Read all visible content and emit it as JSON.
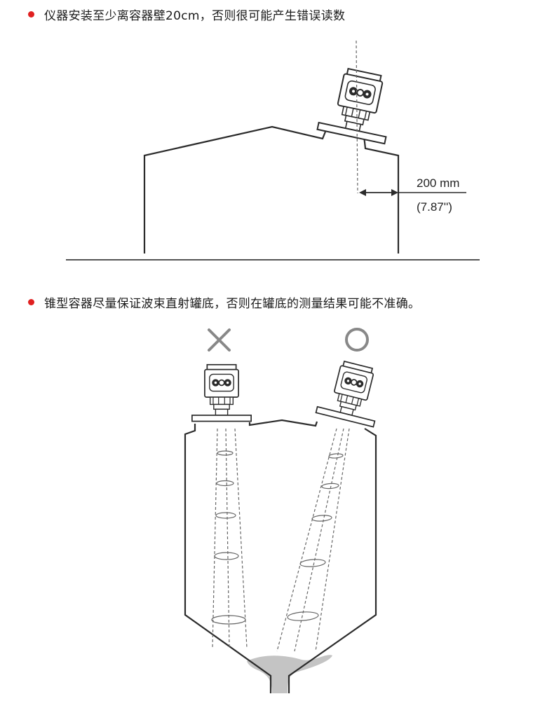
{
  "colors": {
    "bullet": "#e02020",
    "line": "#2b2b2b",
    "dashed": "#555555",
    "material": "#c4c4c4",
    "mark": "#888888"
  },
  "notes": [
    {
      "text": "仪器安装至少离容器壁20cm，否则很可能产生错误读数"
    },
    {
      "text": "锥型容器尽量保证波束直射罐底，否则在罐底的测量结果可能不准确。"
    }
  ],
  "diagram1": {
    "distance_label": "200 mm",
    "distance_label_inch": "(7.87'')"
  },
  "diagram2": {
    "wrong_mark": "cross-icon",
    "right_mark": "circle-icon"
  }
}
